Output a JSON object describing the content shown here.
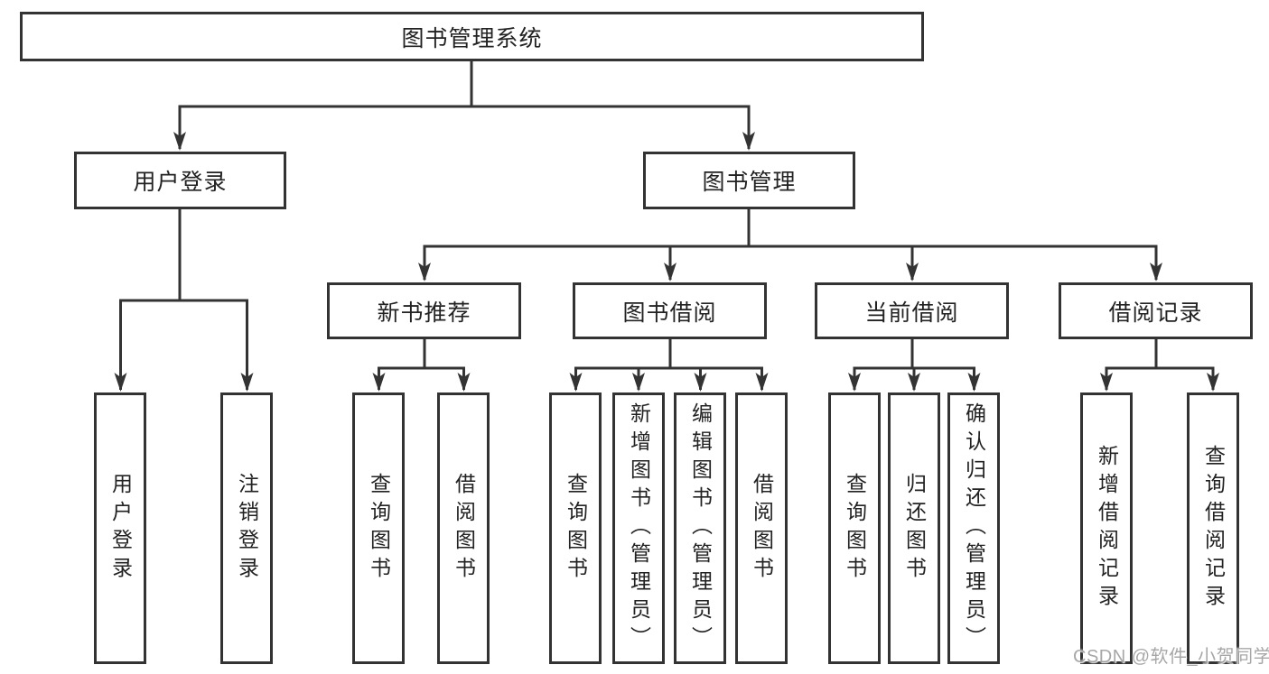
{
  "tree": {
    "label": "图书管理系统",
    "children": [
      {
        "label": "用户登录",
        "children": [
          {
            "label": "用户登录"
          },
          {
            "label": "注销登录"
          }
        ]
      },
      {
        "label": "图书管理",
        "children": [
          {
            "label": "新书推荐",
            "children": [
              {
                "label": "查询图书"
              },
              {
                "label": "借阅图书"
              }
            ]
          },
          {
            "label": "图书借阅",
            "children": [
              {
                "label": "查询图书"
              },
              {
                "label": "新增图书（管理员）"
              },
              {
                "label": "编辑图书（管理员）"
              },
              {
                "label": "借阅图书"
              }
            ]
          },
          {
            "label": "当前借阅",
            "children": [
              {
                "label": "查询图书"
              },
              {
                "label": "归还图书"
              },
              {
                "label": "确认归还（管理员）"
              }
            ]
          },
          {
            "label": "借阅记录",
            "children": [
              {
                "label": "新增借阅记录"
              },
              {
                "label": "查询借阅记录"
              }
            ]
          }
        ]
      }
    ]
  },
  "watermark": {
    "text": "CSDN @软件_小贺同学"
  },
  "colors": {
    "line": "#333333",
    "box_border": "#333333",
    "text": "#222222",
    "watermark": "#a3a3a3",
    "background": "#ffffff"
  }
}
